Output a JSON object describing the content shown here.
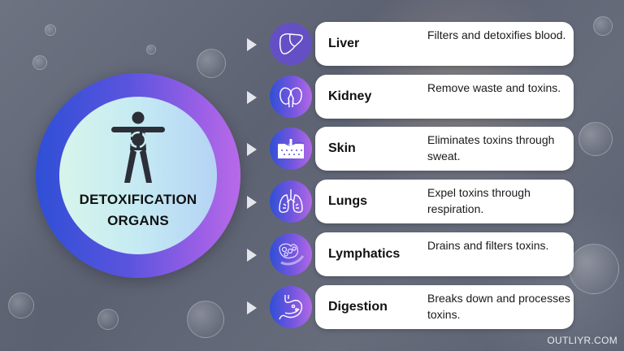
{
  "center": {
    "title_line1": "DETOXIFICATION",
    "title_line2": "ORGANS",
    "icon": "body-detox-cycle-icon",
    "ring_gradient": [
      "#2f4fd6",
      "#b86ae8"
    ],
    "inner_gradient": [
      "#d7f5ea",
      "#b4d3f4"
    ]
  },
  "organs": [
    {
      "name": "Liver",
      "description": "Filters and detoxifies blood.",
      "icon": "liver-icon"
    },
    {
      "name": "Kidney",
      "description": "Remove waste and toxins.",
      "icon": "kidney-icon"
    },
    {
      "name": "Skin",
      "description": "Eliminates toxins through sweat.",
      "icon": "skin-icon"
    },
    {
      "name": "Lungs",
      "description": "Expel toxins through respiration.",
      "icon": "lungs-icon"
    },
    {
      "name": "Lymphatics",
      "description": "Drains and filters toxins.",
      "icon": "lymph-node-icon"
    },
    {
      "name": "Digestion",
      "description": "Breaks down and processes toxins.",
      "icon": "stomach-icon"
    }
  ],
  "footer": {
    "brand": "OUTLIYR.COM"
  }
}
